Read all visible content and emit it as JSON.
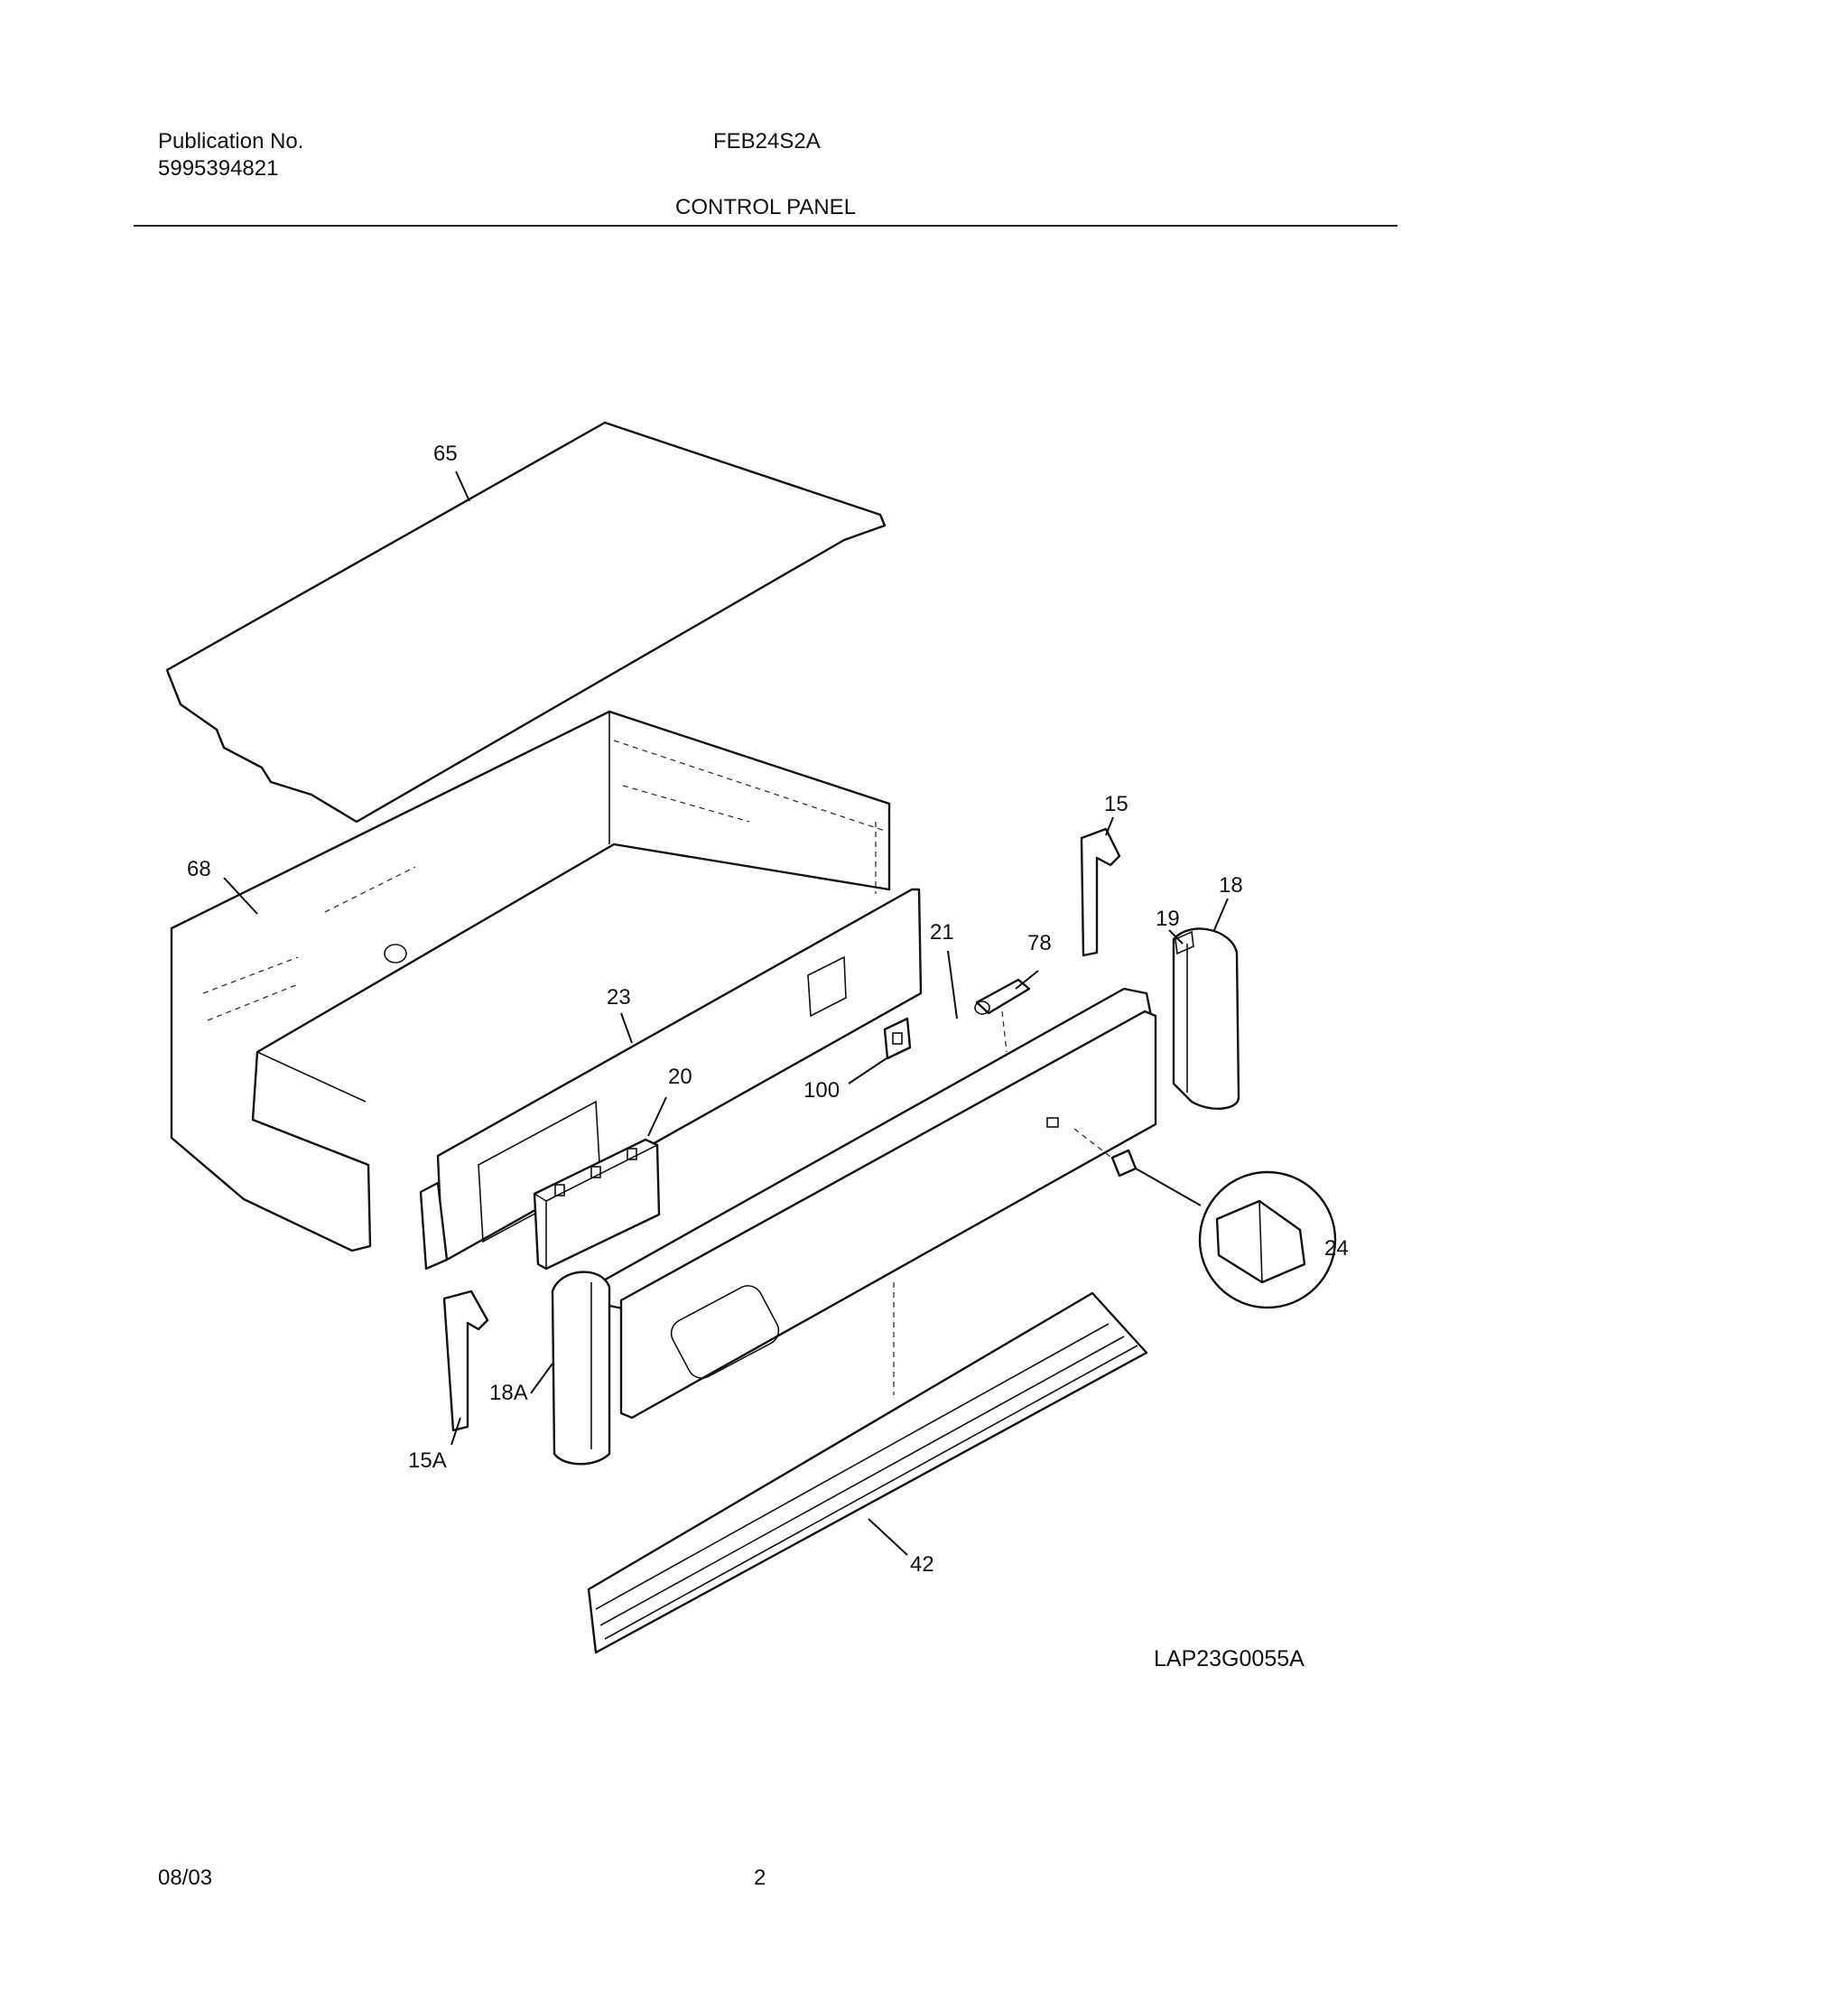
{
  "header": {
    "publication_label": "Publication No.",
    "publication_number": "5995394821",
    "model": "FEB24S2A",
    "section_title": "CONTROL PANEL"
  },
  "diagram": {
    "callouts": [
      "65",
      "68",
      "23",
      "20",
      "21",
      "78",
      "100",
      "15",
      "18",
      "19",
      "24",
      "15A",
      "18A",
      "42"
    ],
    "drawing_code": "LAP23G0055A"
  },
  "footer": {
    "date": "08/03",
    "page": "2"
  }
}
